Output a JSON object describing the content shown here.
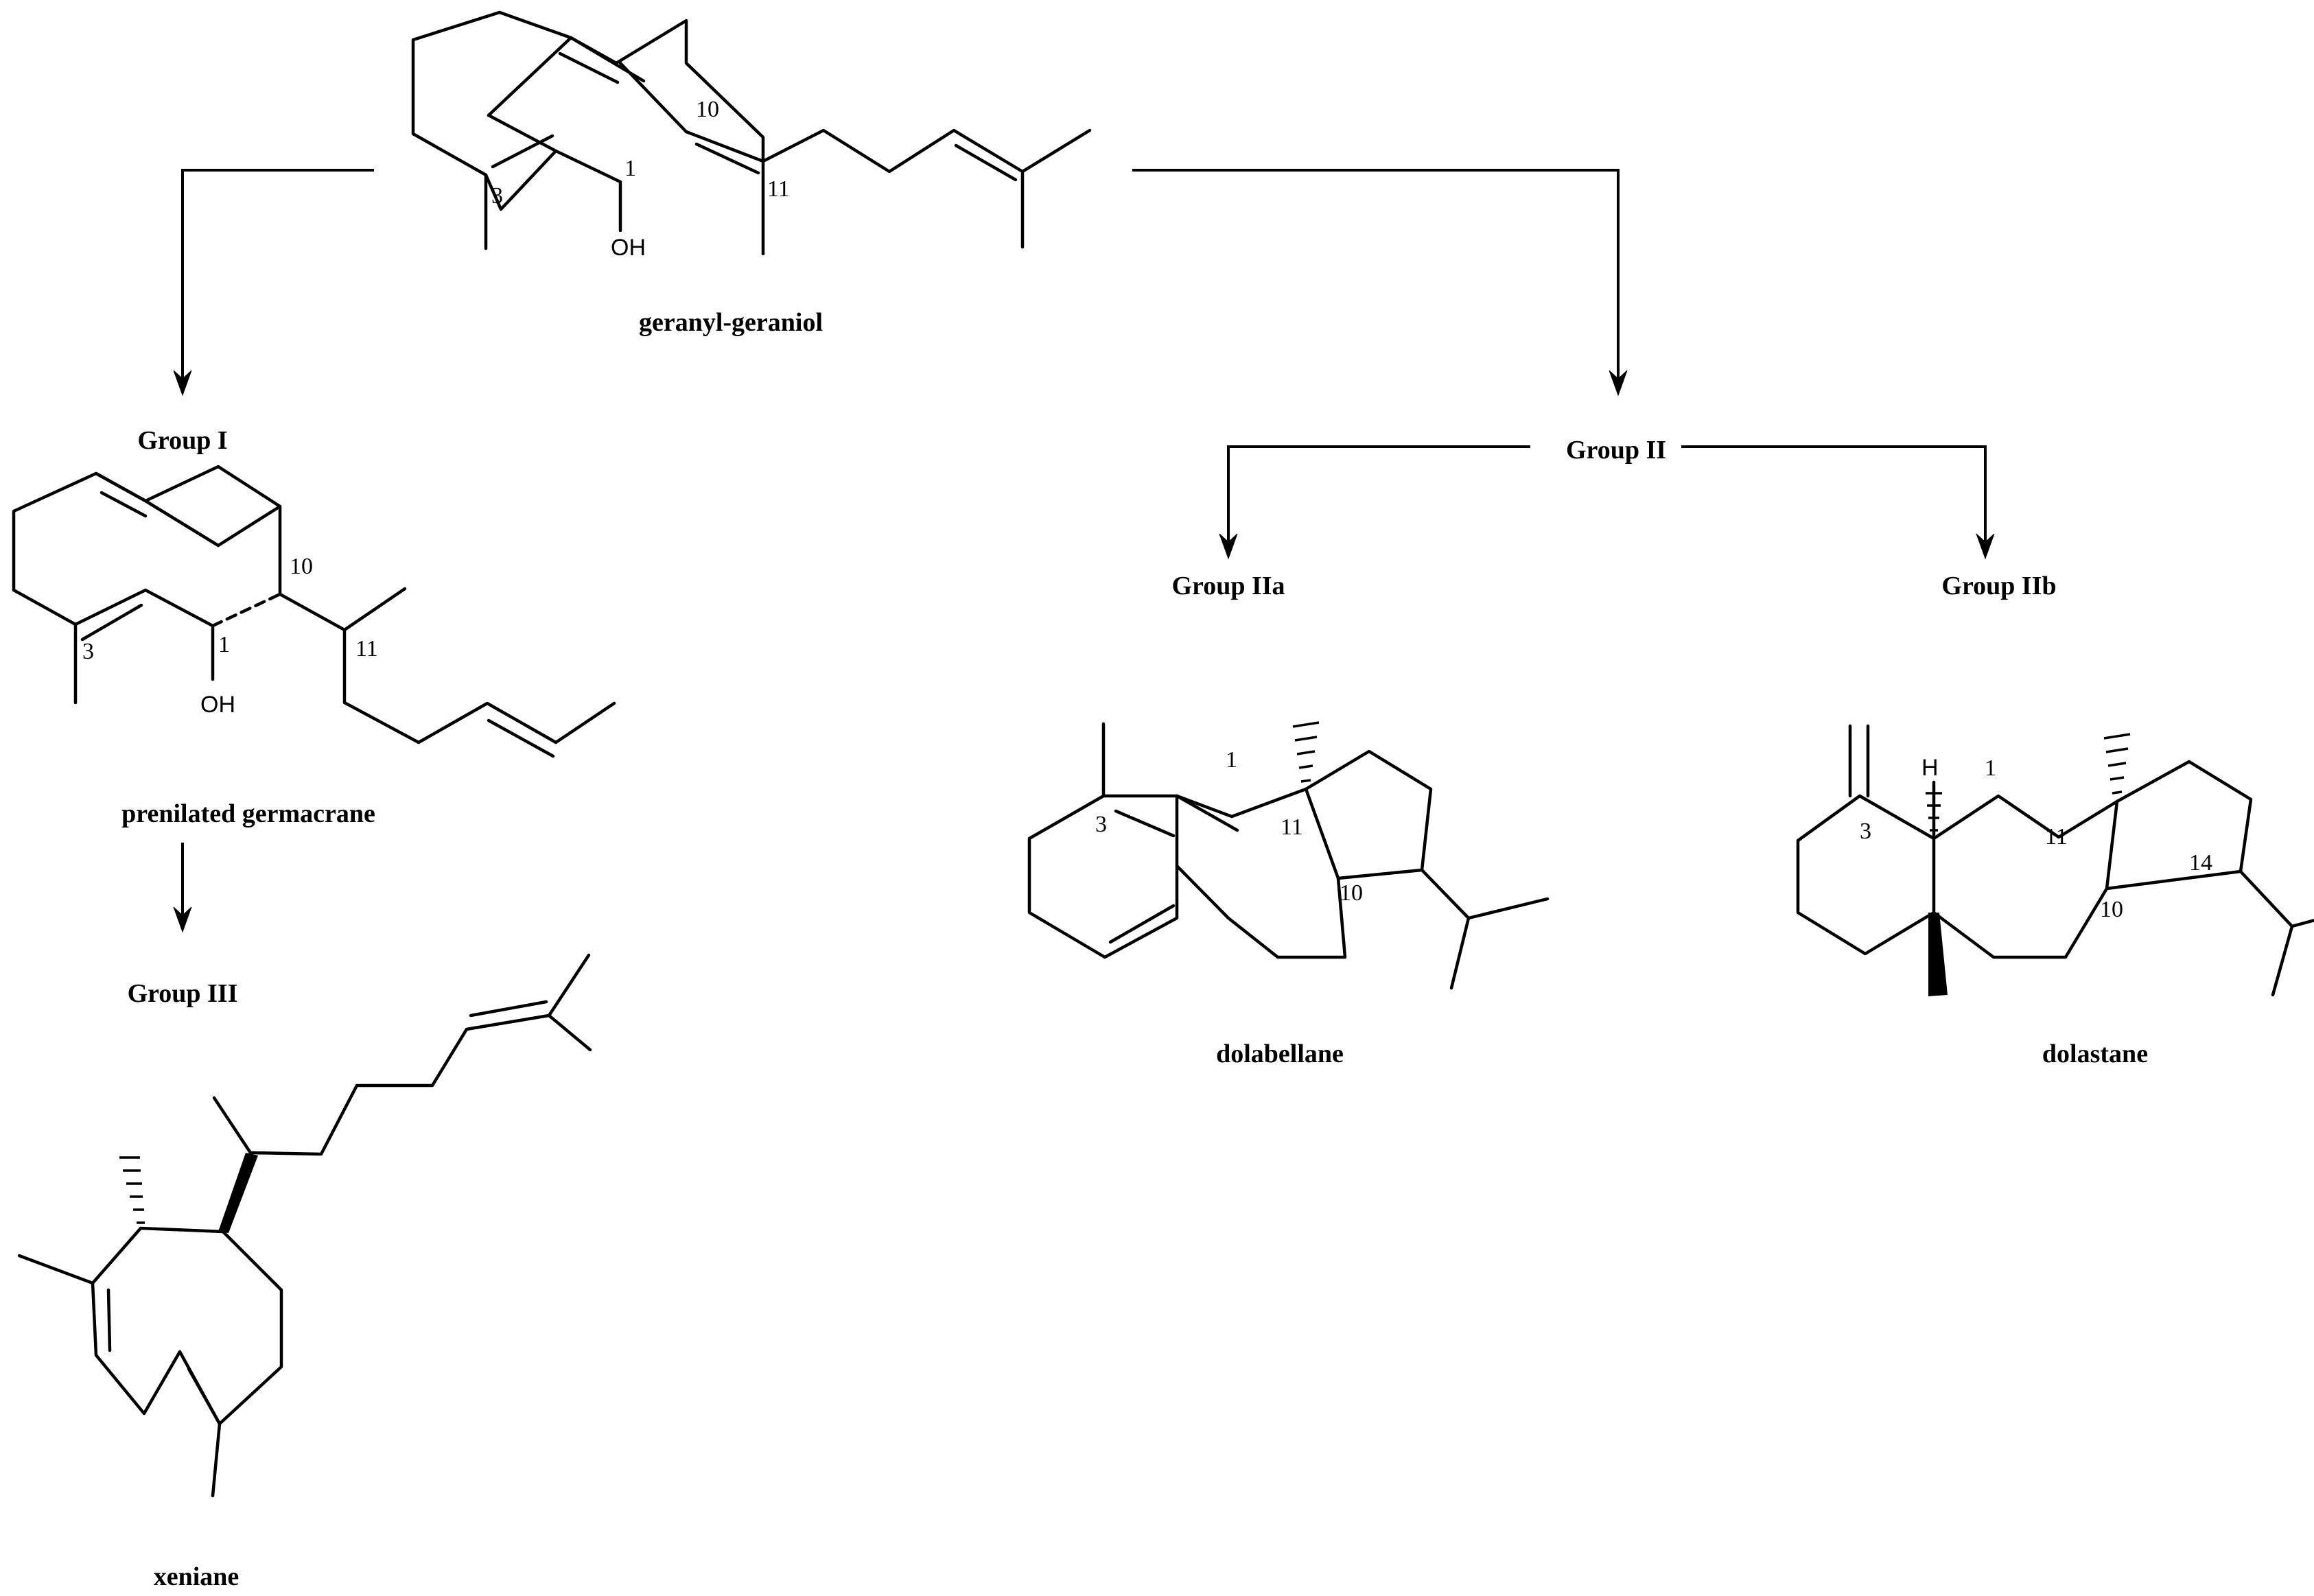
{
  "compounds": {
    "ggoh": "geranyl-geraniol",
    "germacrane": "prenilated germacrane",
    "xeniane": "xeniane",
    "dolabellane": "dolabellane",
    "dolastane": "dolastane"
  },
  "groups": {
    "g1": "Group I",
    "g2": "Group II",
    "g2a": "Group IIa",
    "g2b": "Group IIb",
    "g3": "Group III"
  },
  "atoms": {
    "oh": "OH",
    "h": "H"
  },
  "locants": {
    "ggoh": {
      "c1": "1",
      "c3": "3",
      "c10": "10",
      "c11": "11"
    },
    "germacrane": {
      "c1": "1",
      "c3": "3",
      "c10": "10",
      "c11": "11"
    },
    "dolabellane": {
      "c1": "1",
      "c3": "3",
      "c10": "10",
      "c11": "11"
    },
    "dolastane": {
      "c1": "1",
      "c3": "3",
      "c10": "10",
      "c11": "11",
      "c14": "14"
    }
  }
}
